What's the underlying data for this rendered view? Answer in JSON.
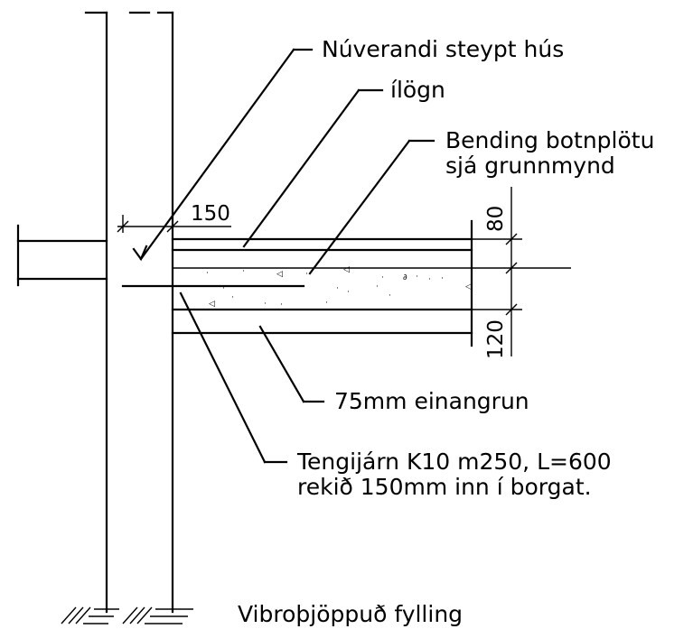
{
  "labels": {
    "existing_house": "Núverandi steypt hús",
    "screed": "ílögn",
    "slab_reinforcement_line1": "Bending botnplötu",
    "slab_reinforcement_line2": "sjá grunnmynd",
    "insulation": "75mm einangrun",
    "dowel_line1": "Tengijárn K10 m250, L=600",
    "dowel_line2": "rekið 150mm inn í borgat.",
    "fill": "Vibroþjöppuð fylling"
  },
  "dimensions": {
    "embedment": "150",
    "screed_thickness": "80",
    "slab_thickness": "120"
  }
}
